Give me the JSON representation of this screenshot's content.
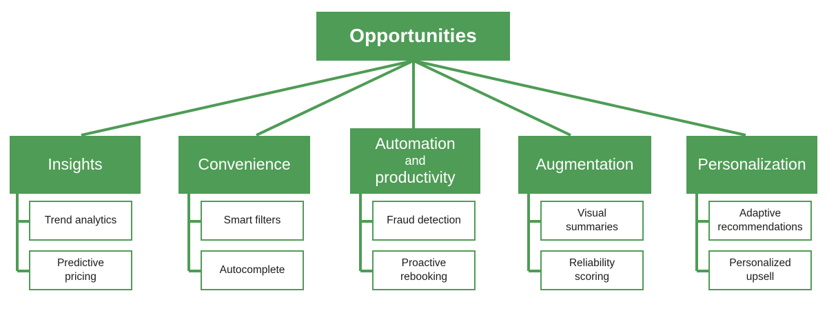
{
  "diagram": {
    "type": "hierarchy-tree",
    "title": "Opportunities",
    "orientation": "top-down",
    "levels": 3,
    "colors": {
      "node_fill": "#4e9c55",
      "node_text": "#ffffff",
      "leaf_fill": "#ffffff",
      "leaf_border": "#4e9c55",
      "leaf_text": "#1b1b1b",
      "connector": "#4e9c55",
      "background": "#ffffff"
    }
  },
  "root": {
    "label": "Opportunities"
  },
  "categories": [
    {
      "id": "insights",
      "label": "Insights",
      "label_lines": [
        {
          "text": "Insights",
          "size": "big"
        }
      ],
      "children": [
        {
          "id": "trend-analytics",
          "label": "Trend analytics",
          "lines": [
            "Trend analytics"
          ]
        },
        {
          "id": "predictive-pricing",
          "label": "Predictive pricing",
          "lines": [
            "Predictive",
            "pricing"
          ]
        }
      ]
    },
    {
      "id": "convenience",
      "label": "Convenience",
      "label_lines": [
        {
          "text": "Convenience",
          "size": "big"
        }
      ],
      "children": [
        {
          "id": "smart-filters",
          "label": "Smart filters",
          "lines": [
            "Smart filters"
          ]
        },
        {
          "id": "autocomplete",
          "label": "Autocomplete",
          "lines": [
            "Autocomplete"
          ]
        }
      ]
    },
    {
      "id": "automation-and-productivity",
      "label": "Automation and productivity",
      "label_lines": [
        {
          "text": "Automation",
          "size": "big"
        },
        {
          "text": "and",
          "size": "small"
        },
        {
          "text": "productivity",
          "size": "big"
        }
      ],
      "children": [
        {
          "id": "fraud-detection",
          "label": "Fraud detection",
          "lines": [
            "Fraud detection"
          ]
        },
        {
          "id": "proactive-rebooking",
          "label": "Proactive rebooking",
          "lines": [
            "Proactive",
            "rebooking"
          ]
        }
      ]
    },
    {
      "id": "augmentation",
      "label": "Augmentation",
      "label_lines": [
        {
          "text": "Augmentation",
          "size": "big"
        }
      ],
      "children": [
        {
          "id": "visual-summaries",
          "label": "Visual summaries",
          "lines": [
            "Visual",
            "summaries"
          ]
        },
        {
          "id": "reliability-scoring",
          "label": "Reliability scoring",
          "lines": [
            "Reliability",
            "scoring"
          ]
        }
      ]
    },
    {
      "id": "personalization",
      "label": "Personalization",
      "label_lines": [
        {
          "text": "Personalization",
          "size": "big"
        }
      ],
      "children": [
        {
          "id": "adaptive-recommendations",
          "label": "Adaptive recommendations",
          "lines": [
            "Adaptive",
            "recommendations"
          ]
        },
        {
          "id": "personalized-upsell",
          "label": "Personalized upsell",
          "lines": [
            "Personalized",
            "upsell"
          ]
        }
      ]
    }
  ]
}
